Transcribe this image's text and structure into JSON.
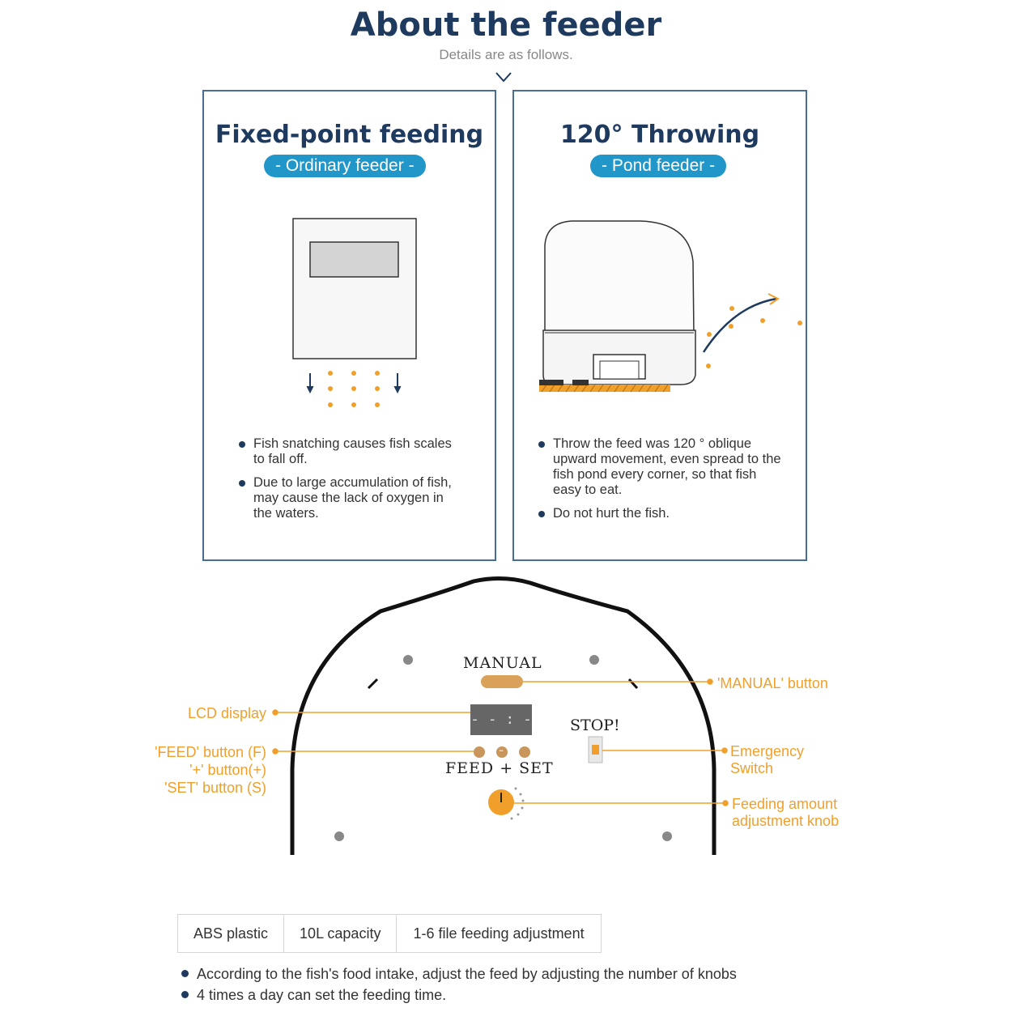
{
  "header": {
    "title": "About the feeder",
    "subtitle": "Details are as follows."
  },
  "panels": [
    {
      "title": "Fixed-point feeding",
      "tag": "- Ordinary feeder -",
      "bullets": [
        "Fish snatching causes fish scales to fall off.",
        "Due to large accumulation of fish, may cause the lack of oxygen in the waters."
      ]
    },
    {
      "title": "120° Throwing",
      "tag": "- Pond feeder -",
      "bullets": [
        "Throw the feed was 120 ° oblique upward movement, even spread to the fish pond every corner, so that fish easy to eat.",
        "Do not hurt the fish."
      ]
    }
  ],
  "device": {
    "manual_label": "MANUAL",
    "lcd_text": "- - : - -",
    "stop_label": "STOP!",
    "feed_set_label": "FEED + SET"
  },
  "callouts": {
    "manual_button": "'MANUAL' button",
    "lcd_display": "LCD display",
    "feed_button": "'FEED'  button (F)",
    "plus_button": "'+'  button(+)",
    "set_button": "'SET'  button (S)",
    "emergency_switch": [
      "Emergency",
      "Switch"
    ],
    "feeding_knob": [
      "Feeding amount",
      "adjustment knob"
    ]
  },
  "specs": [
    "ABS plastic",
    "10L capacity",
    "1-6 file feeding adjustment"
  ],
  "footer_notes": [
    "According to the fish's food intake, adjust the feed by adjusting the number of knobs",
    "4 times a day can set the feeding time."
  ],
  "colors": {
    "navy": "#1f3a5f",
    "accent_orange": "#f0a02a",
    "pill_blue": "#2196c9",
    "panel_border": "#4a6d96"
  }
}
